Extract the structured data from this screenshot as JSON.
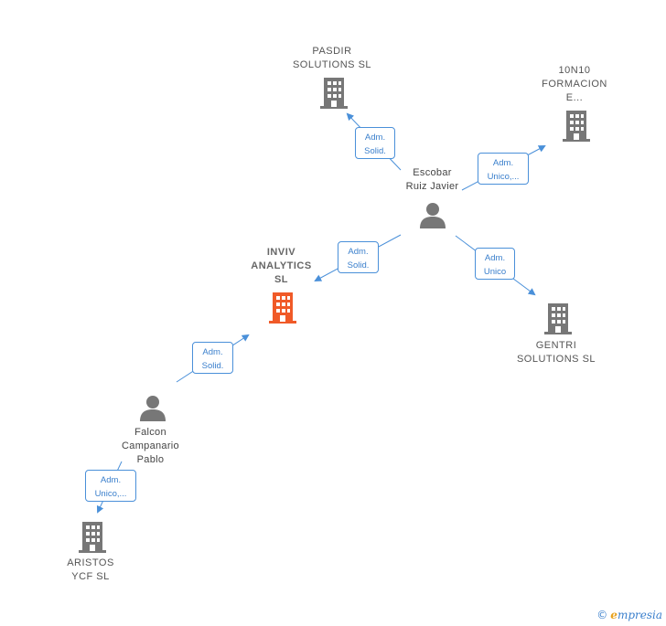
{
  "nodes": {
    "pasdir": {
      "label": "PASDIR\nSOLUTIONS  SL"
    },
    "n10n10": {
      "label": "10N10\nFORMACION\nE..."
    },
    "escobar": {
      "label": "Escobar\nRuiz Javier"
    },
    "inviv": {
      "label": "INVIV\nANALYTICS\nSL"
    },
    "gentri": {
      "label": "GENTRI\nSOLUTIONS  SL"
    },
    "falcon": {
      "label": "Falcon\nCampanario\nPablo"
    },
    "aristos": {
      "label": "ARISTOS\nYCF  SL"
    }
  },
  "edges": {
    "escobar_pasdir": {
      "label": "Adm.\nSolid."
    },
    "escobar_n10n10": {
      "label": "Adm.\nUnico,..."
    },
    "escobar_inviv": {
      "label": "Adm.\nSolid."
    },
    "escobar_gentri": {
      "label": "Adm.\nUnico"
    },
    "falcon_inviv": {
      "label": "Adm.\nSolid."
    },
    "falcon_aristos": {
      "label": "Adm.\nUnico,..."
    }
  },
  "colors": {
    "company": "#777777",
    "focus_company": "#f05a28",
    "person": "#777777",
    "edge": "#4a90d9"
  },
  "watermark": {
    "symbol": "©",
    "brand_initial": "e",
    "brand_rest": "mpresia"
  }
}
